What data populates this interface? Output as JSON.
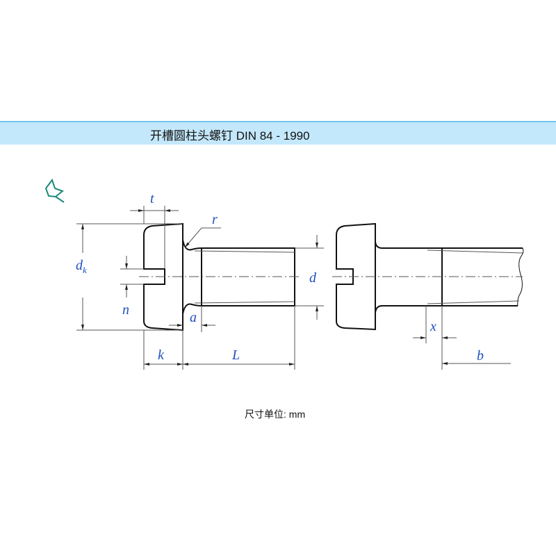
{
  "header": {
    "title": "开槽圆柱头螺钉 DIN 84 - 1990"
  },
  "icons": {
    "pin": "pushpin-icon"
  },
  "colors": {
    "header_bg": "#c4e8fb",
    "header_border": "#72c2ef",
    "label": "#1f4fbf",
    "pin": "#1a8a78"
  },
  "drawing": {
    "labels": {
      "t": "t",
      "r": "r",
      "dk_main": "d",
      "dk_sub": "k",
      "n": "n",
      "a": "a",
      "d": "d",
      "k": "k",
      "L": "L",
      "x": "x",
      "b": "b"
    }
  },
  "footer": {
    "units": "尺寸单位: mm"
  }
}
